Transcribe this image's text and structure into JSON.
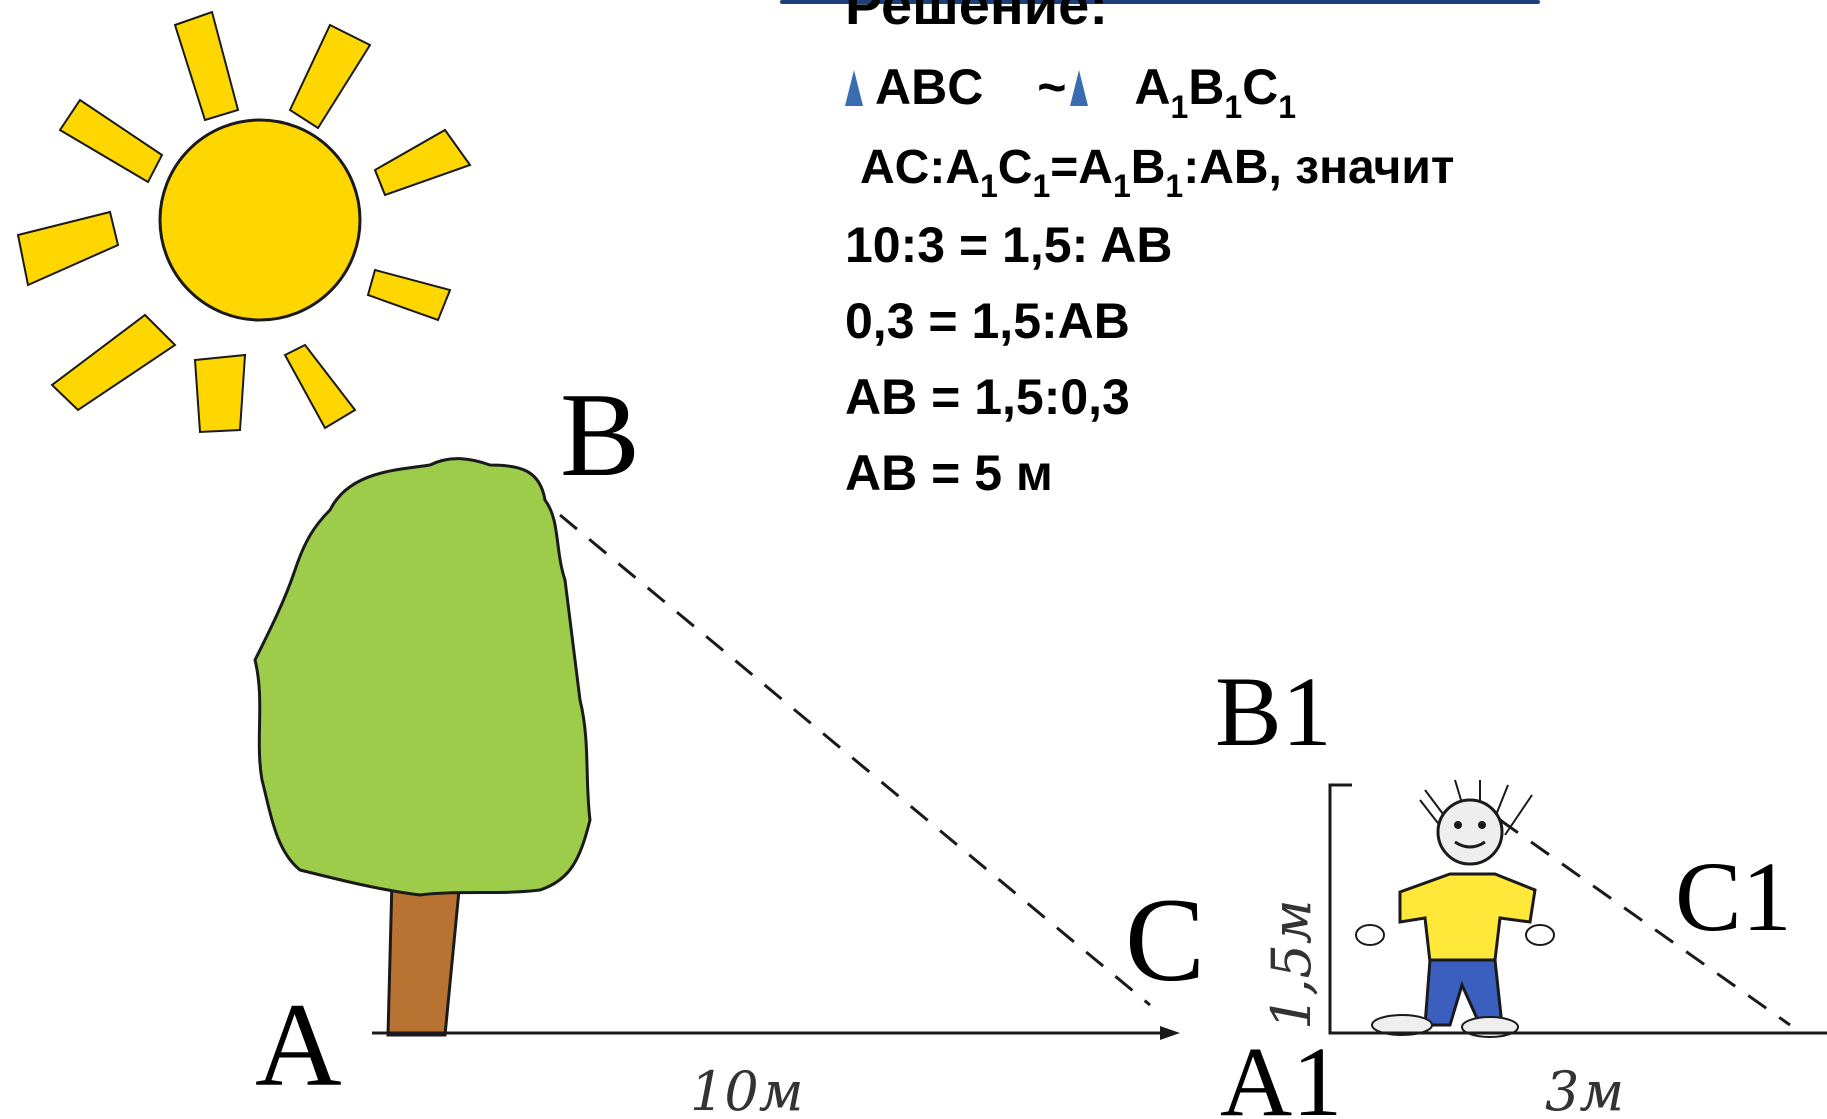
{
  "solution": {
    "title": "Решение:",
    "similarity": {
      "left": "ABC",
      "tilde": "~",
      "right_main": [
        "A",
        "B",
        "C"
      ],
      "right_sub": [
        "1",
        "1",
        "1"
      ]
    },
    "ratio_line": {
      "p1": "AC:A",
      "s1": "1",
      "p2": "C",
      "s2": "1",
      "p3": "=A",
      "s3": "1",
      "p4": "B",
      "s4": "1",
      "p5": ":AB, значит"
    },
    "step1": "10:3 = 1,5: AB",
    "step2": "0,3 = 1,5:AB",
    "step3": "AB = 1,5:0,3",
    "answer": "AB = 5 м"
  },
  "diagram": {
    "label_a": "A",
    "label_b": "B",
    "label_c": "C",
    "label_a1": "A1",
    "label_b1": "B1",
    "label_c1": "C1",
    "dist_ac": "10м",
    "dist_a1c1": "3м",
    "height_person": "1,5м"
  },
  "colors": {
    "sun": "#ffd700",
    "tree_crown": "#9ccc4a",
    "tree_trunk": "#b87333",
    "shirt": "#ffe83a",
    "pants": "#3a5fbf",
    "triangle_marker": "#3a6db0"
  }
}
